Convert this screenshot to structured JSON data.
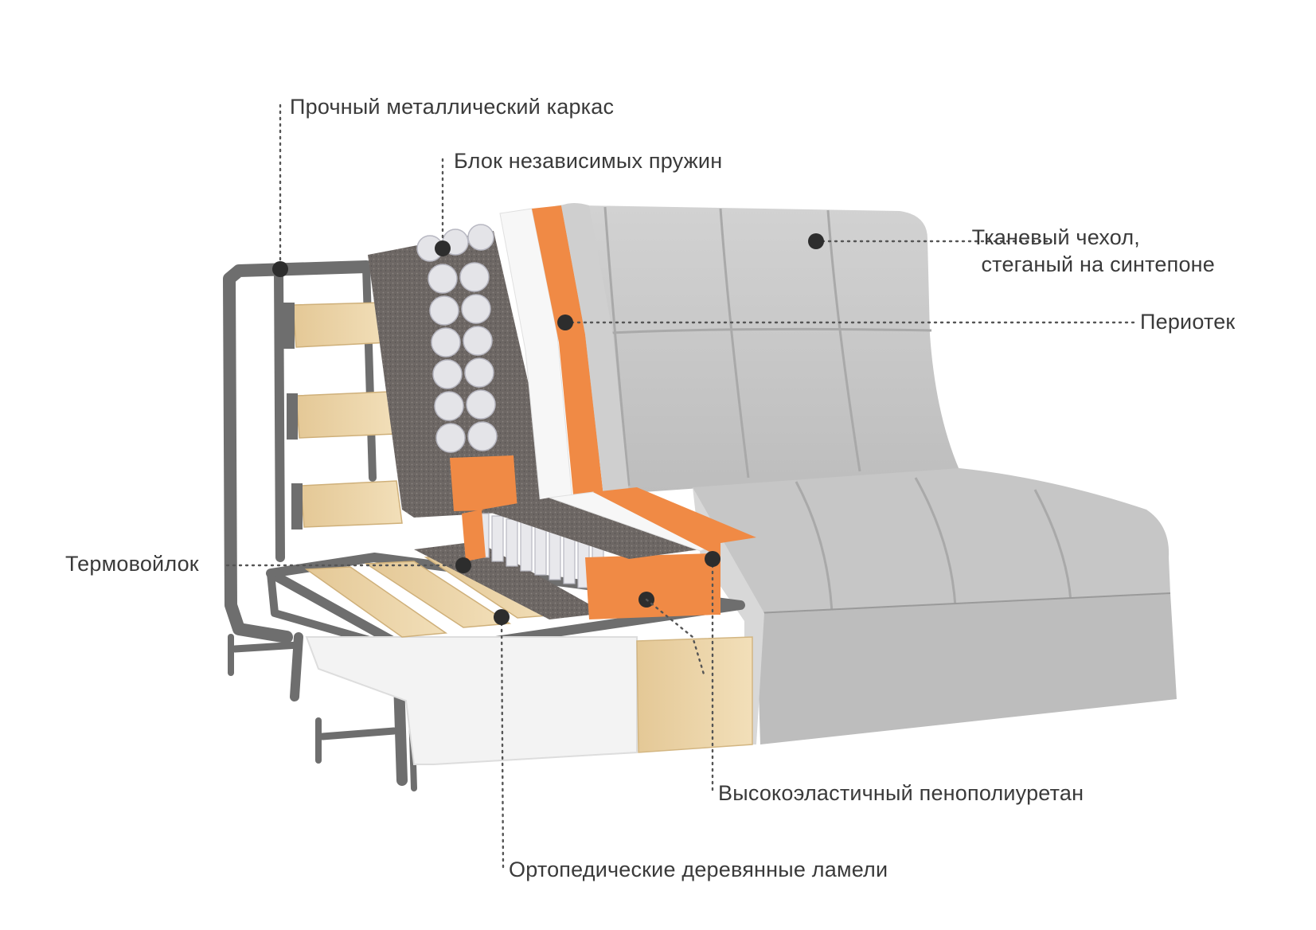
{
  "labels": {
    "frame": "Прочный металлический каркас",
    "springs": "Блок независимых пружин",
    "cover_line1": "Тканевый чехол,",
    "cover_line2": "стеганый на синтепоне",
    "periotek": "Периотек",
    "thermofelt": "Термовойлок",
    "hr_foam": "Высокоэластичный пенополиуретан",
    "lamellas": "Ортопедические деревянные ламели"
  },
  "colors": {
    "fabric": "#c9c9c9",
    "fabric_dark": "#b3b3b3",
    "foam_orange": "#f08a45",
    "felt": "#6b6562",
    "wood": "#ebd3a6",
    "metal": "#6e6e6e",
    "spring": "#e6e6ea"
  }
}
